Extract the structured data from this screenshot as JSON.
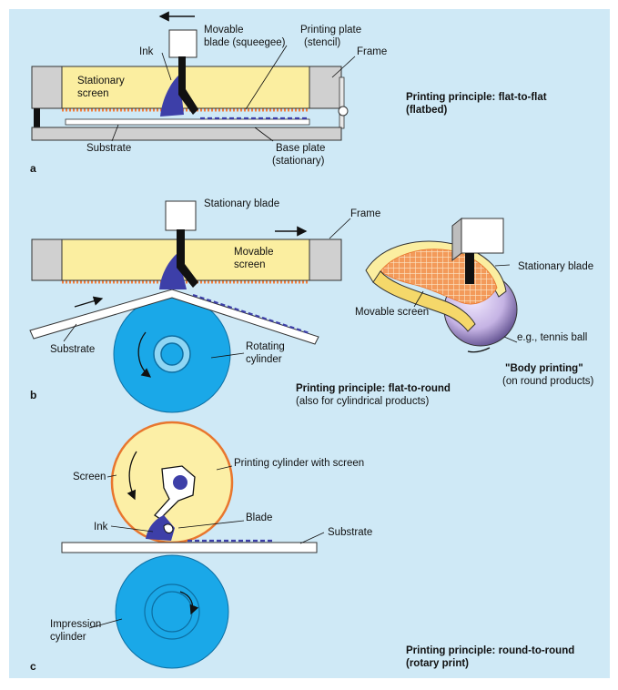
{
  "colors": {
    "background": "#cfe9f6",
    "screen_fill": "#fbeea0",
    "frame_fill": "#d0d0d0",
    "ink": "#3d3fa8",
    "mesh_orange": "#f07e3c",
    "cylinder_blue": "#1aa8e8",
    "cylinder_light": "#8fd6f4",
    "print_cylinder_fill": "#fcefa6",
    "print_cylinder_outline": "#e8762e",
    "ball": "#c8b8e0"
  },
  "panel_a": {
    "panel_letter": "a",
    "labels": {
      "ink": "Ink",
      "blade_l1": "Movable",
      "blade_l2": "blade (squeegee)",
      "plate_l1": "Printing plate",
      "plate_l2": "(stencil)",
      "frame": "Frame",
      "screen_l1": "Stationary",
      "screen_l2": "screen",
      "substrate": "Substrate",
      "base_l1": "Base plate",
      "base_l2": "(stationary)"
    },
    "principle_l1": "Printing principle: flat-to-flat",
    "principle_l2": "(flatbed)"
  },
  "panel_b": {
    "panel_letter": "b",
    "labels": {
      "blade": "Stationary blade",
      "frame": "Frame",
      "screen_l1": "Movable",
      "screen_l2": "screen",
      "substrate": "Substrate",
      "cyl_l1": "Rotating",
      "cyl_l2": "cylinder",
      "body_blade": "Stationary blade",
      "movable_screen": "Movable screen",
      "ball": "e.g., tennis ball"
    },
    "principle_l1": "Printing principle: flat-to-round",
    "principle_l2": "(also for cylindrical products)",
    "body_l1": "\"Body printing\"",
    "body_l2": "(on round products)"
  },
  "panel_c": {
    "panel_letter": "c",
    "labels": {
      "screen": "Screen",
      "print_cyl": "Printing cylinder with screen",
      "ink": "Ink",
      "blade": "Blade",
      "substrate": "Substrate",
      "imp_l1": "Impression",
      "imp_l2": "cylinder"
    },
    "principle_l1": "Printing principle: round-to-round",
    "principle_l2": "(rotary print)"
  }
}
